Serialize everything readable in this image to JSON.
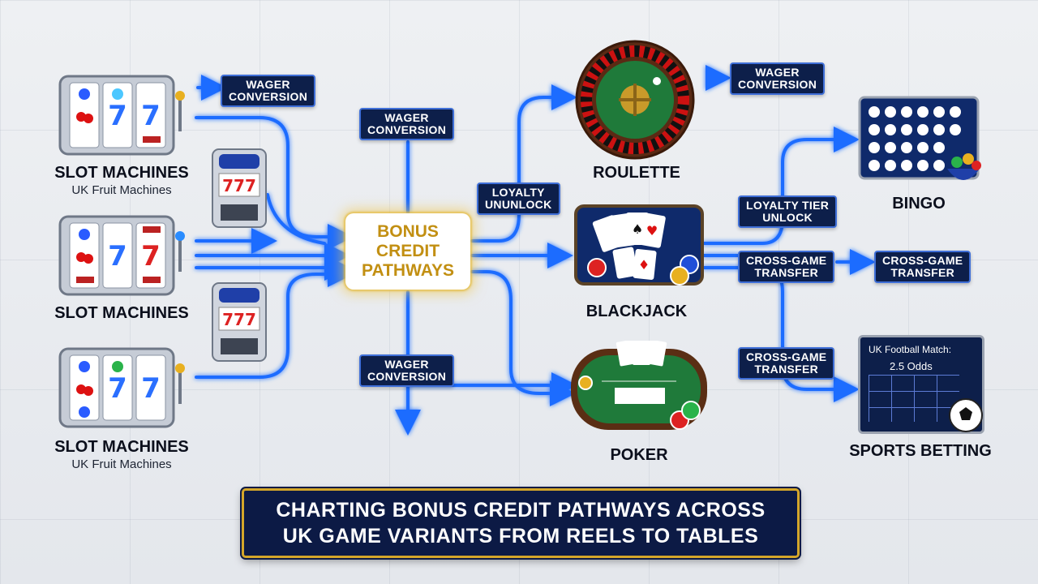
{
  "hub": {
    "title": "BONUS\nCREDIT\nPATHWAYS"
  },
  "sources": [
    {
      "name": "SLOT MACHINES",
      "subtitle": "UK Fruit Machines"
    },
    {
      "name": "SLOT MACHINES",
      "subtitle": ""
    },
    {
      "name": "SLOT MACHINES",
      "subtitle": "UK Fruit Machines"
    }
  ],
  "targets": {
    "roulette": "ROULETTE",
    "blackjack": "BLACKJACK",
    "poker": "POKER",
    "bingo": "BINGO",
    "sports_betting": "SPORTS BETTING"
  },
  "flow_labels": {
    "slots_top": "WAGER\nCONVERSION",
    "hub_upper": "WAGER\nCONVERSION",
    "hub_lower": "WAGER\nCONVERSION",
    "loyalty_left": "LOYALTY\nUNUNLOCK",
    "roulette_right": "WAGER\nCONVERSION",
    "loyalty_tier": "LOYALTY TIER\nUNLOCK",
    "cross_mid": "CROSS-GAME\nTRANSFER",
    "cross_right": "CROSS-GAME\nTRANSFER",
    "cross_low": "CROSS-GAME\nTRANSFER"
  },
  "sports_panel": {
    "title": "UK Football Match:",
    "odds": "2.5 Odds"
  },
  "banner": {
    "title": "CHARTING BONUS CREDIT PATHWAYS ACROSS\nUK GAME VARIANTS FROM REELS TO TABLES"
  },
  "colors": {
    "flow": "#1e6cff",
    "flow_glow": "#7fb2ff",
    "tag_bg": "#0d1f4a",
    "hub_text": "#c28f12",
    "banner_border": "#d4a62a"
  }
}
